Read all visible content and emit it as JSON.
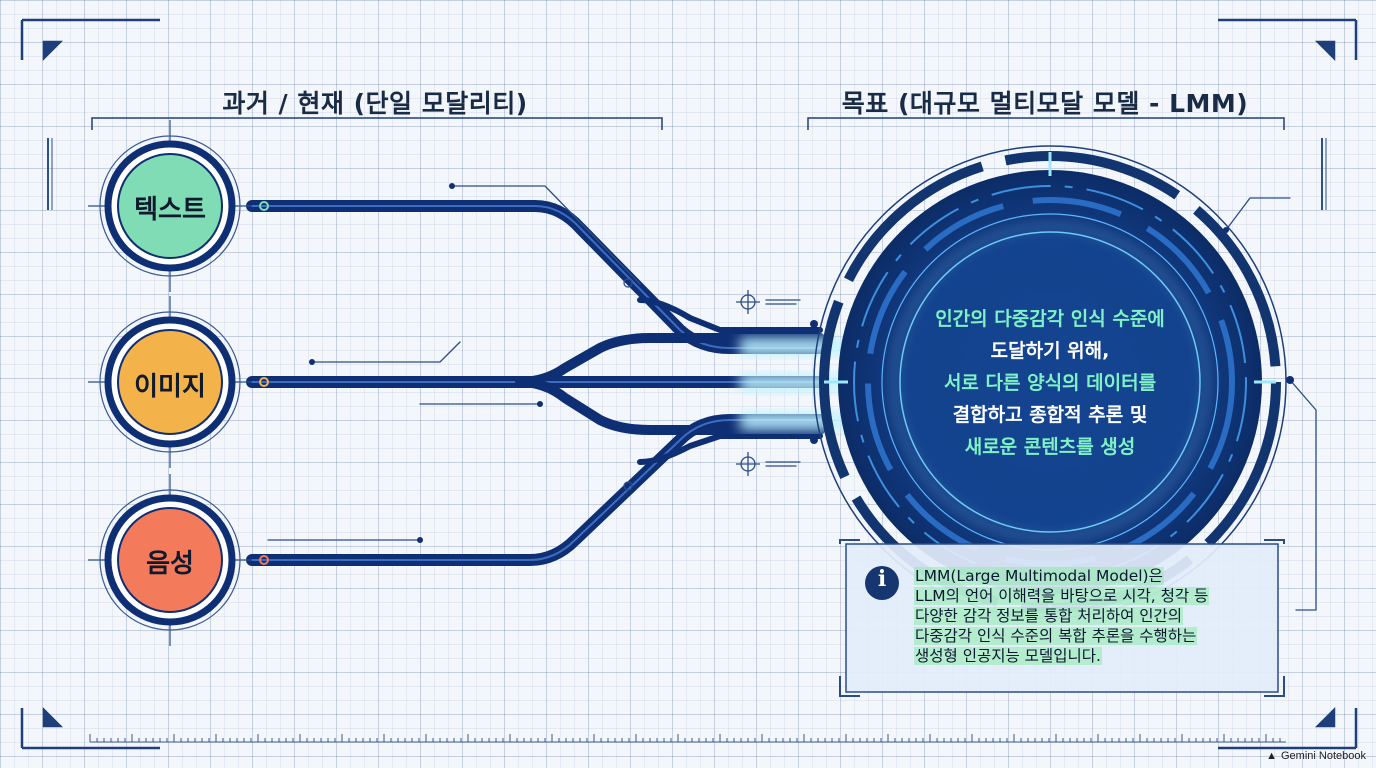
{
  "headings": {
    "left": "과거 / 현재 (단일 모달리티)",
    "right": "목표 (대규모 멀티모달 모델 - LMM)"
  },
  "modalities": [
    {
      "label": "텍스트",
      "color": "#7fdcb4"
    },
    {
      "label": "이미지",
      "color": "#f4b24a"
    },
    {
      "label": "음성",
      "color": "#f47a5c"
    }
  ],
  "center_text": {
    "line1": "인간의 다중감각 인식 수준에",
    "line2": "도달하기 위해,",
    "line3": "서로 다른 양식의 데이터를",
    "line4": "결합하고 종합적 추론 및",
    "line5": "새로운 콘텐츠를 생성"
  },
  "info_box": {
    "icon": "info-icon",
    "line1": "LMM(Large Multimodal Model)은",
    "line2": "LLM의 언어 이해력을 바탕으로 시각, 청각 등",
    "line3": "다양한 감각 정보를 통합 처리하여 인간의",
    "line4": "다중감각 인식 수준의 복합 추론을 수행하는",
    "line5": "생성형 인공지능 모델입니다."
  },
  "watermark": "Gemini Notebook",
  "colors": {
    "navy": "#0f2f74",
    "core": "#123f8a",
    "glow": "#7ef2c4",
    "accent": "#3d8fe0"
  }
}
